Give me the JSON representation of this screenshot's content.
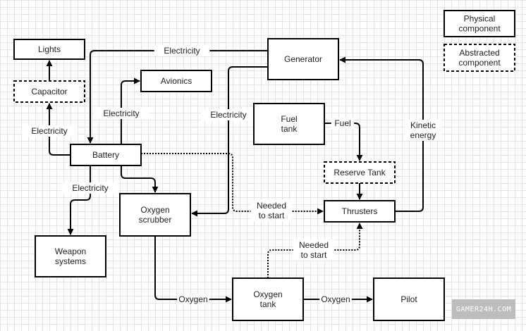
{
  "nodes": {
    "lights": {
      "label": [
        "Lights"
      ],
      "style": "physical"
    },
    "capacitor": {
      "label": [
        "Capacitor"
      ],
      "style": "abstracted"
    },
    "avionics": {
      "label": [
        "Avionics"
      ],
      "style": "physical"
    },
    "generator": {
      "label": [
        "Generator"
      ],
      "style": "physical"
    },
    "battery": {
      "label": [
        "Battery"
      ],
      "style": "physical"
    },
    "fuel_tank": {
      "label": [
        "Fuel",
        "tank"
      ],
      "style": "physical"
    },
    "reserve_tank": {
      "label": [
        "Reserve Tank"
      ],
      "style": "abstracted"
    },
    "thrusters": {
      "label": [
        "Thrusters"
      ],
      "style": "physical"
    },
    "oxygen_scrubber": {
      "label": [
        "Oxygen",
        "scrubber"
      ],
      "style": "physical"
    },
    "weapon_systems": {
      "label": [
        "Weapon",
        "systems"
      ],
      "style": "physical"
    },
    "oxygen_tank": {
      "label": [
        "Oxygen",
        "tank"
      ],
      "style": "physical"
    },
    "pilot": {
      "label": [
        "Pilot"
      ],
      "style": "physical"
    }
  },
  "edges": [
    {
      "id": "generator-battery",
      "from": "generator",
      "to": "battery",
      "label": [
        "Electricity"
      ],
      "style": "solid"
    },
    {
      "id": "battery-capacitor",
      "from": "battery",
      "to": "capacitor",
      "label": [
        "Electricity"
      ],
      "style": "solid"
    },
    {
      "id": "capacitor-lights",
      "from": "capacitor",
      "to": "lights",
      "label": [],
      "style": "solid"
    },
    {
      "id": "battery-avionics",
      "from": "battery",
      "to": "avionics",
      "label": [
        "Electricity"
      ],
      "style": "solid"
    },
    {
      "id": "battery-weapons",
      "from": "battery",
      "to": "weapon_systems",
      "label": [
        "Electricity"
      ],
      "style": "solid"
    },
    {
      "id": "battery-scrubber",
      "from": "battery",
      "to": "oxygen_scrubber",
      "label": [],
      "style": "solid"
    },
    {
      "id": "generator-scrubber",
      "from": "generator",
      "to": "oxygen_scrubber",
      "label": [
        "Electricity"
      ],
      "style": "solid"
    },
    {
      "id": "battery-thrusters",
      "from": "battery",
      "to": "thrusters",
      "label": [
        "Needed",
        "to start"
      ],
      "style": "dotted"
    },
    {
      "id": "fuel-reserve",
      "from": "fuel_tank",
      "to": "reserve_tank",
      "label": [
        "Fuel"
      ],
      "style": "solid"
    },
    {
      "id": "reserve-thrusters",
      "from": "reserve_tank",
      "to": "thrusters",
      "label": [],
      "style": "solid"
    },
    {
      "id": "thrusters-generator",
      "from": "thrusters",
      "to": "generator",
      "label": [
        "Kinetic",
        "energy"
      ],
      "style": "solid"
    },
    {
      "id": "scrubber-oxygen-tank",
      "from": "oxygen_scrubber",
      "to": "oxygen_tank",
      "label": [
        "Oxygen"
      ],
      "style": "solid"
    },
    {
      "id": "oxygen-tank-pilot",
      "from": "oxygen_tank",
      "to": "pilot",
      "label": [
        "Oxygen"
      ],
      "style": "solid"
    },
    {
      "id": "oxygen-tank-thrusters",
      "from": "oxygen_tank",
      "to": "thrusters",
      "label": [
        "Needed",
        "to start"
      ],
      "style": "dotted"
    }
  ],
  "legend": [
    {
      "label": [
        "Physical",
        "component"
      ],
      "style": "physical"
    },
    {
      "label": [
        "Abstracted",
        "component"
      ],
      "style": "abstracted"
    }
  ],
  "watermark": "GAMER24H.COM"
}
